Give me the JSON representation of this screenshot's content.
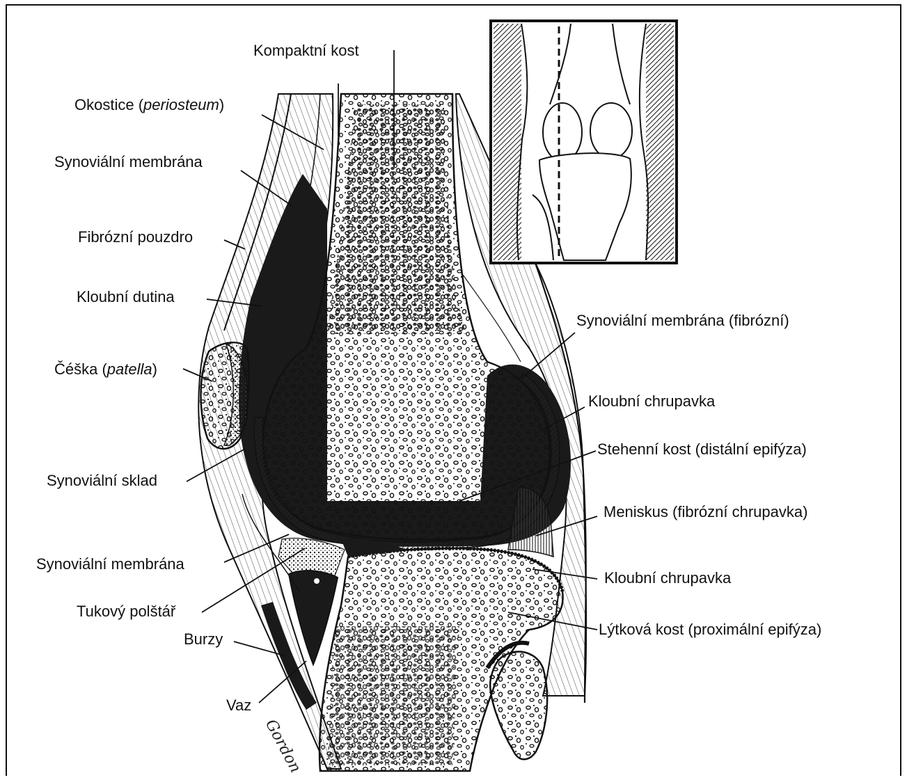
{
  "labels": {
    "compact_bone": "Kompaktní kost",
    "periosteum_prefix": "Okostice (",
    "periosteum_italic": "periosteum",
    "periosteum_suffix": ")",
    "synovial_membrane_upper": "Synoviální membrána",
    "fibrous_capsule": "Fibrózní pouzdro",
    "joint_cavity": "Kloubní dutina",
    "patella_prefix": "Čéška (",
    "patella_italic": "patella",
    "patella_suffix": ")",
    "synovial_fold": "Synoviální sklad",
    "synovial_membrane_lower": "Synoviální membrána",
    "fat_pad": "Tukový polštář",
    "bursae": "Burzy",
    "ligament": "Vaz",
    "synovial_membrane_fibrous": "Synoviální membrána (fibrózní)",
    "articular_cartilage_upper": "Kloubní chrupavka",
    "femur_distal_epiphysis": "Stehenní kost (distální epifýza)",
    "meniscus": "Meniskus (fibrózní chrupavka)",
    "articular_cartilage_lower": "Kloubní chrupavka",
    "tibia_proximal_epiphysis": "Lýtková kost (proximální epifýza)"
  },
  "signature": "Gordon",
  "colors": {
    "ink": "#111111",
    "background": "#ffffff",
    "cavity": "#1a1a1a"
  }
}
